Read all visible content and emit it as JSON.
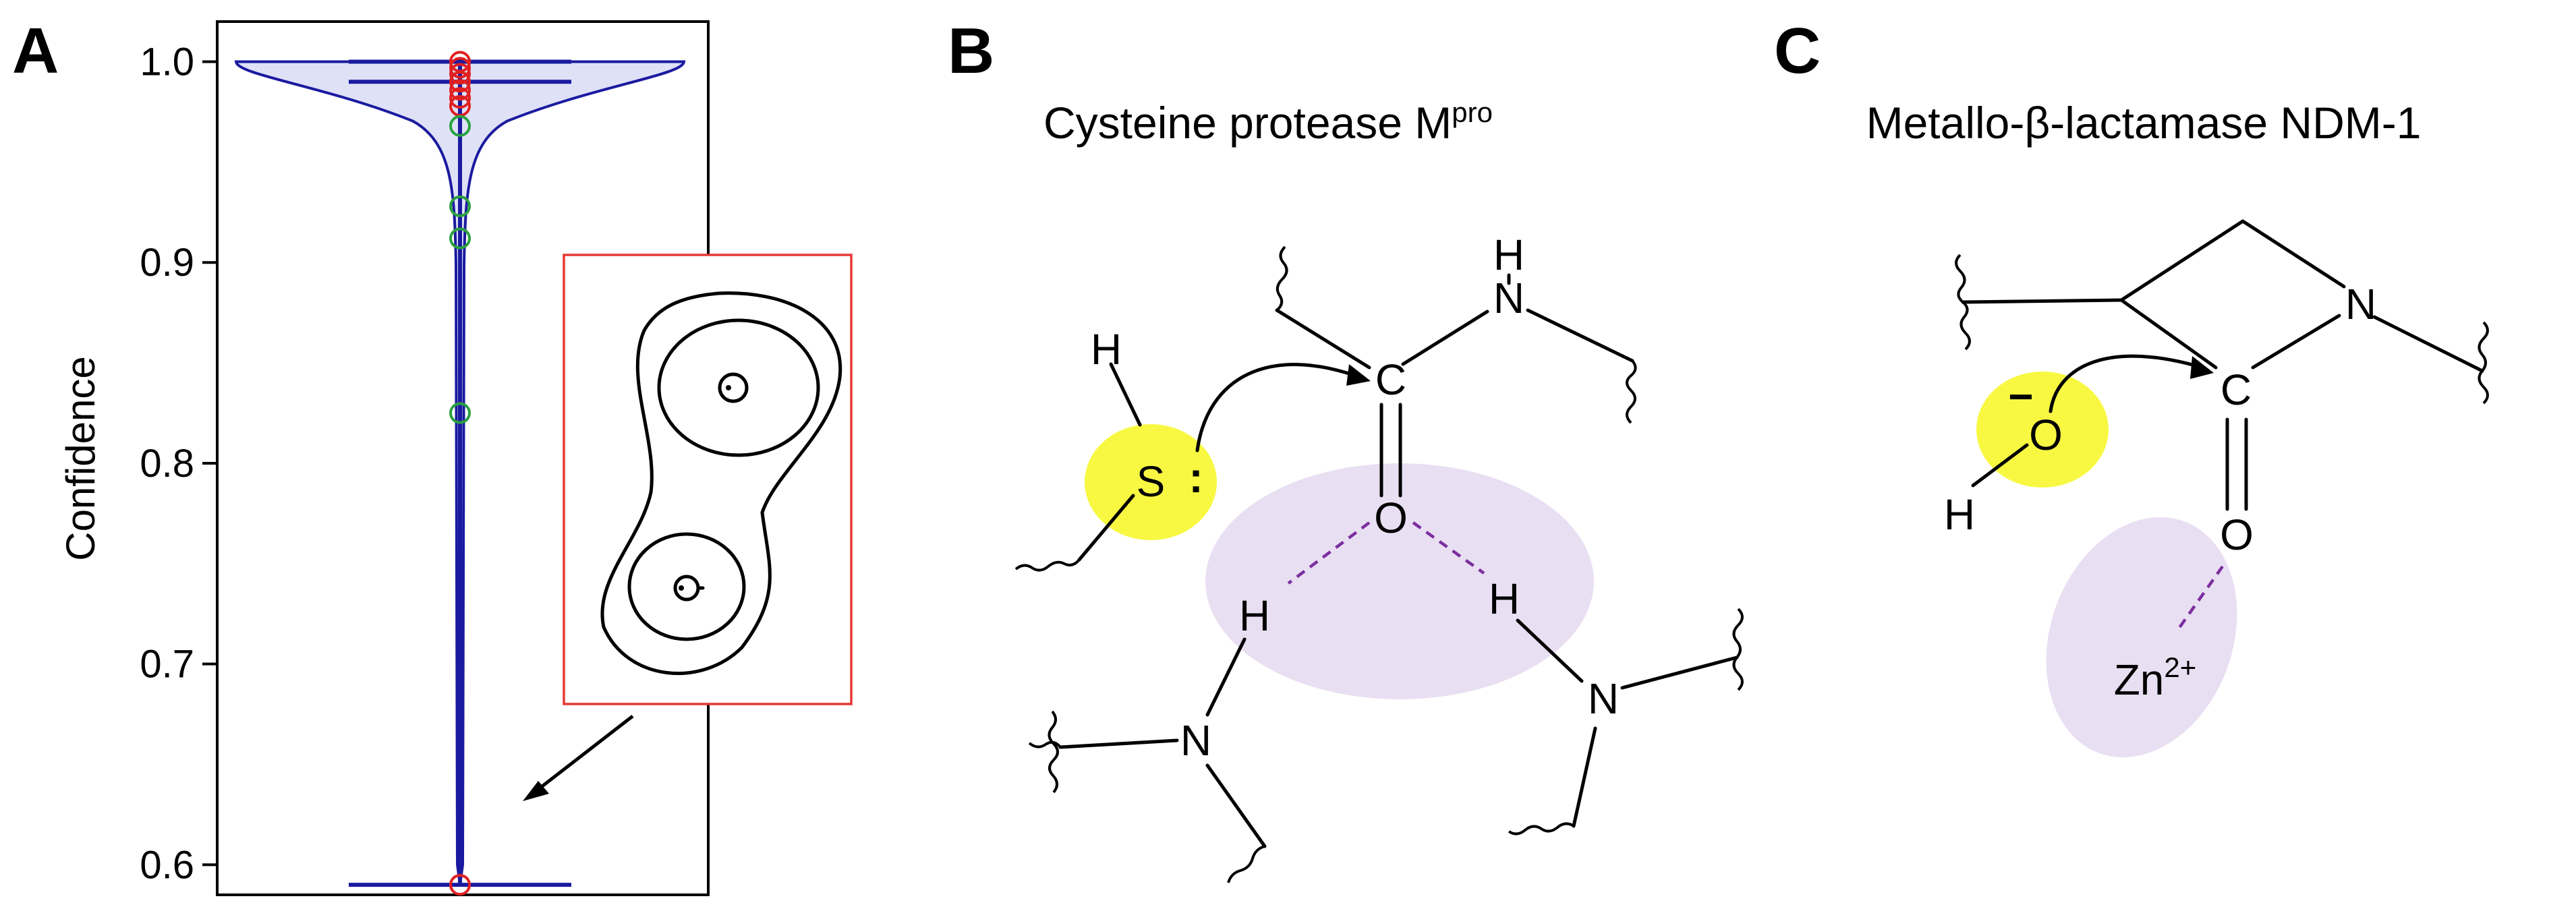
{
  "panels": {
    "a": {
      "letter": "A",
      "ylabel": "Confidence",
      "yticks": [
        "0.6",
        "0.7",
        "0.8",
        "0.9",
        "1.0"
      ]
    },
    "b": {
      "letter": "B",
      "title": "Cysteine protease M",
      "title_sup": "pro",
      "atoms": {
        "h": "H",
        "s": "S",
        "lone_pair": ":",
        "c": "C",
        "o": "O",
        "n": "N"
      }
    },
    "c": {
      "letter": "C",
      "title": "Metallo-β-lactamase NDM-1",
      "atoms": {
        "h": "H",
        "o": "O",
        "charge": "−",
        "c": "C",
        "n": "N",
        "zn": "Zn",
        "zn_charge": "2+"
      }
    }
  },
  "chart_data": {
    "type": "violin",
    "title": "",
    "xlabel": "",
    "ylabel": "Confidence",
    "ylim": [
      0.585,
      1.02
    ],
    "yticks": [
      0.6,
      0.7,
      0.8,
      0.9,
      1.0
    ],
    "grid": false,
    "violin": {
      "min": 0.59,
      "median": 0.99,
      "max": 1.0,
      "fill_color": "#dfe2f7",
      "line_color": "#1a1aa0"
    },
    "series": [
      {
        "color": "#e02020",
        "values": [
          1.0,
          0.997,
          0.994,
          0.99,
          0.986,
          0.982,
          0.978,
          0.59
        ]
      },
      {
        "color": "#2aa040",
        "values": [
          0.968,
          0.928,
          0.912,
          0.825
        ]
      }
    ],
    "inset": {
      "border_color": "#e53935"
    }
  },
  "colors": {
    "highlight_yellow": "#f8f842",
    "highlight_purple": "#e9dff2",
    "hbond": "#7b2fa0"
  }
}
